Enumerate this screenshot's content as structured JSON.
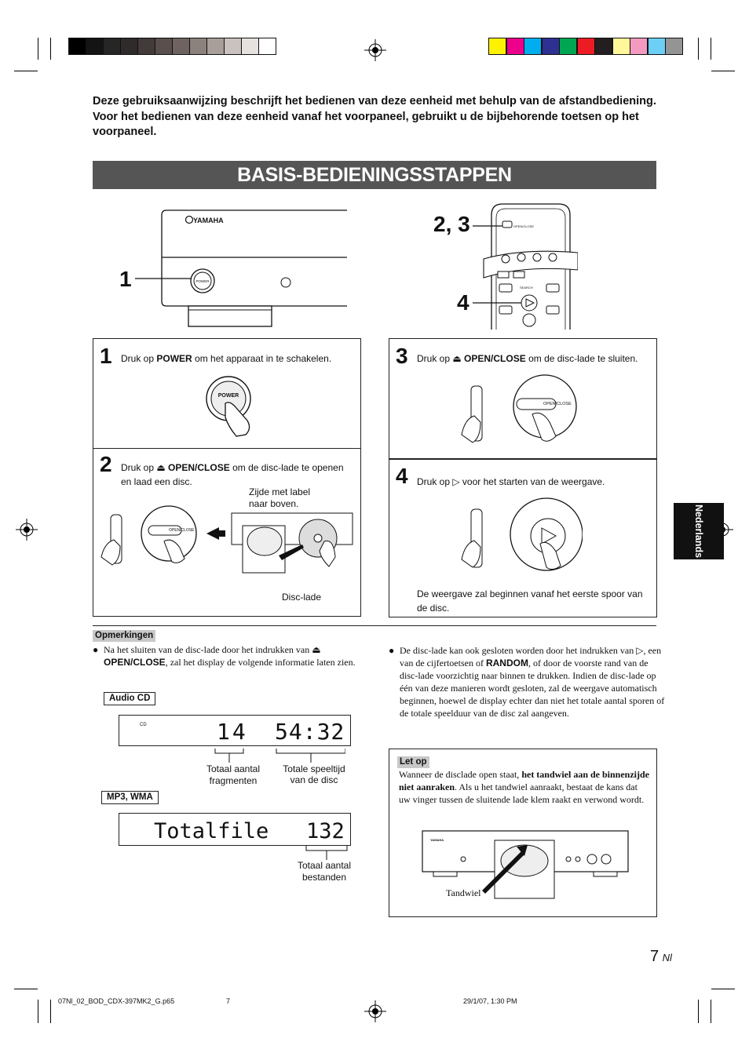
{
  "intro": {
    "p1": "Deze gebruiksaanwijzing beschrijft het bedienen van deze eenheid met behulp van de afstandbediening.",
    "p2": "Voor het bedienen van deze eenheid vanaf het voorpaneel, gebruikt u de bijbehorende toetsen op het voorpaneel."
  },
  "banner": "BASIS-BEDIENINGSSTAPPEN",
  "illustration": {
    "brand": "YAMAHA",
    "power_label": "POWER",
    "open_close_label": "OPEN/CLOSE",
    "search_label": "SEARCH",
    "label_1": "1",
    "label_23": "2, 3",
    "label_4": "4"
  },
  "steps": {
    "s1": {
      "num": "1",
      "pre": "Druk op ",
      "bold": "POWER",
      "post": " om het apparaat in te schakelen."
    },
    "s2": {
      "num": "2",
      "pre": "Druk op ",
      "bold": "OPEN/CLOSE",
      "post": " om de disc-lade te openen en laad een disc.",
      "label_top": "Zijde met label naar boven.",
      "label_bottom": "Disc-lade"
    },
    "s3": {
      "num": "3",
      "pre": "Druk op ",
      "bold": "OPEN/CLOSE",
      "post": " om de disc-lade te sluiten."
    },
    "s4": {
      "num": "4",
      "pre": "Druk op ",
      "post": " voor het starten van de weergave.",
      "note": "De weergave zal beginnen vanaf het eerste spoor van de disc."
    }
  },
  "notes": {
    "title": "Opmerkingen",
    "left": {
      "pre": "Na het sluiten van de disc-lade door het indrukken van ",
      "bold": "OPEN/CLOSE",
      "post": ", zal het display de volgende informatie laten zien."
    },
    "audio_cd": "Audio CD",
    "cd_indicator": "CD",
    "lcd1_tracks": "14",
    "lcd1_time": "54:32",
    "lbl_total_tracks": "Totaal aantal fragmenten",
    "lbl_total_time": "Totale speeltijd van de disc",
    "mp3_wma": "MP3, WMA",
    "lcd2_text": "Totalfile",
    "lcd2_count": "132",
    "lbl_total_files": "Totaal aantal bestanden",
    "right": {
      "pre": "De disc-lade kan ook gesloten worden door het indrukken van ",
      "mid": ", een van de cijfertoetsen of ",
      "bold": "RANDOM",
      "post": ", of door de voorste rand van de disc-lade voorzichtig naar binnen te drukken. Indien de disc-lade op één van deze manieren wordt gesloten, zal de weergave automatisch beginnen, hoewel de display echter dan niet het totale aantal sporen of de totale speelduur van de disc zal aangeven."
    }
  },
  "caution": {
    "title": "Let op",
    "pre": "Wanneer de disclade open staat, ",
    "bold": "het tandwiel aan de binnenzijde niet aanraken",
    "post": ". Als u het tandwiel aanraakt, bestaat de kans dat uw vinger tussen de sluitende lade klem raakt en verwond wordt.",
    "tandwiel": "Tandwiel"
  },
  "side_tab": "Nederlands",
  "page": {
    "number": "7",
    "suffix": "Nl"
  },
  "footer": {
    "file": "07Nl_02_BOD_CDX-397MK2_G.p65",
    "page": "7",
    "date": "29/1/07, 1:30 PM"
  },
  "colors": {
    "gray_swatches": [
      "#000000",
      "#141414",
      "#262626",
      "#2e2b2a",
      "#423b39",
      "#5a4f4c",
      "#6e6360",
      "#8b817d",
      "#a89f9b",
      "#c9c2bf",
      "#e6e1de",
      "#ffffff"
    ],
    "color_swatches": [
      "#fff200",
      "#ec008c",
      "#00aeef",
      "#2e3192",
      "#00a651",
      "#ed1c24",
      "#231f20",
      "#fff799",
      "#f49ac1",
      "#6dcff6",
      "#949494"
    ]
  }
}
